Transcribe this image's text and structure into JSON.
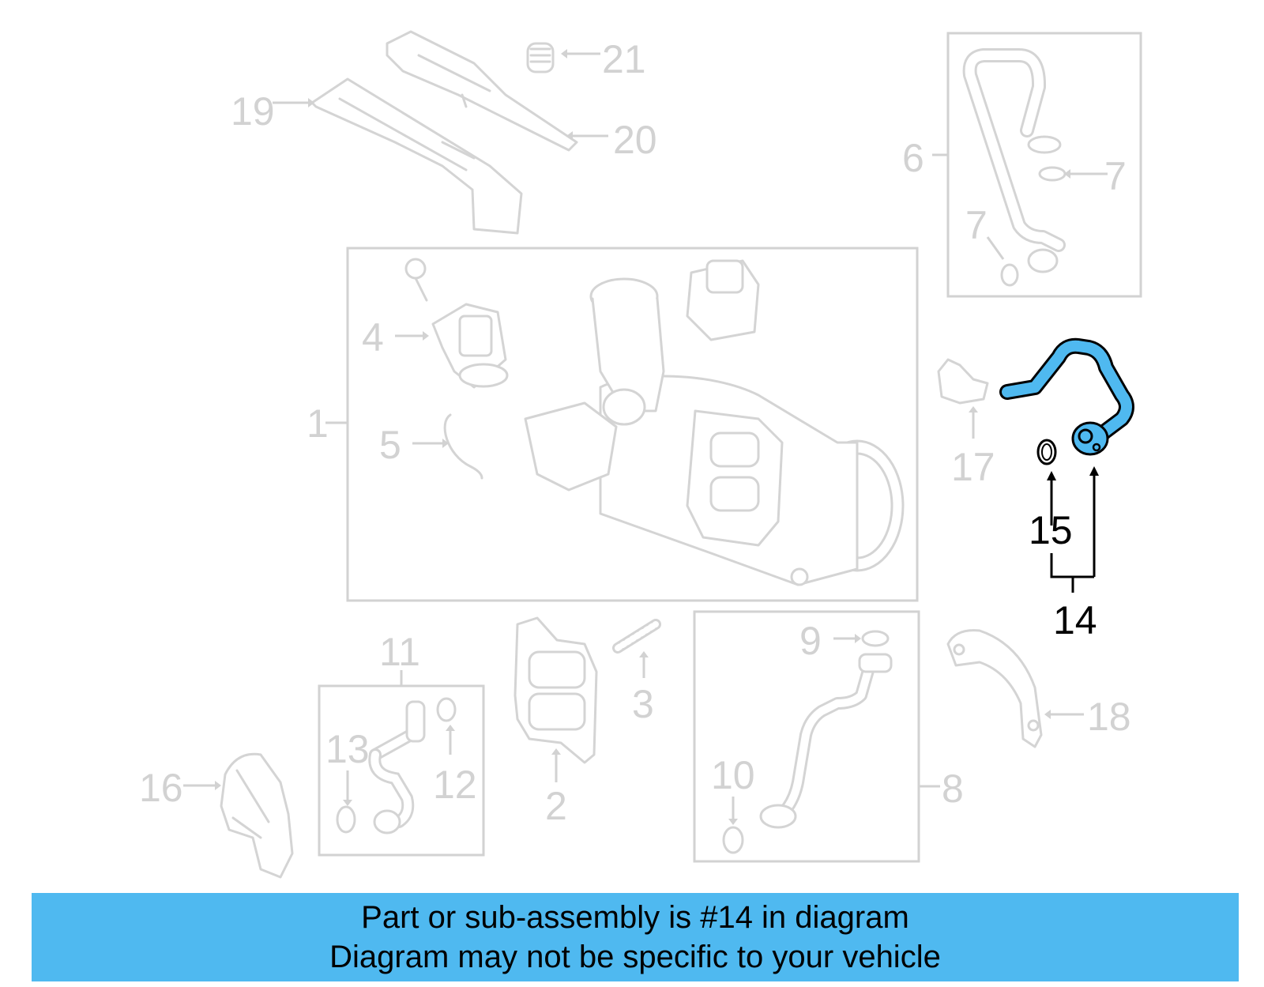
{
  "callouts": {
    "c1": "1",
    "c2": "2",
    "c3": "3",
    "c4": "4",
    "c5": "5",
    "c6": "6",
    "c7a": "7",
    "c7b": "7",
    "c8": "8",
    "c9": "9",
    "c10": "10",
    "c11": "11",
    "c12": "12",
    "c13": "13",
    "c14": "14",
    "c15": "15",
    "c16": "16",
    "c17": "17",
    "c18": "18",
    "c19": "19",
    "c20": "20",
    "c21": "21"
  },
  "highlight": {
    "part_number": "14",
    "color": "#4fb9f0"
  },
  "banner": {
    "line1": "Part or sub-assembly is #14 in diagram",
    "line2": "Diagram may not be specific to your vehicle",
    "color": "#4fb9f0"
  }
}
